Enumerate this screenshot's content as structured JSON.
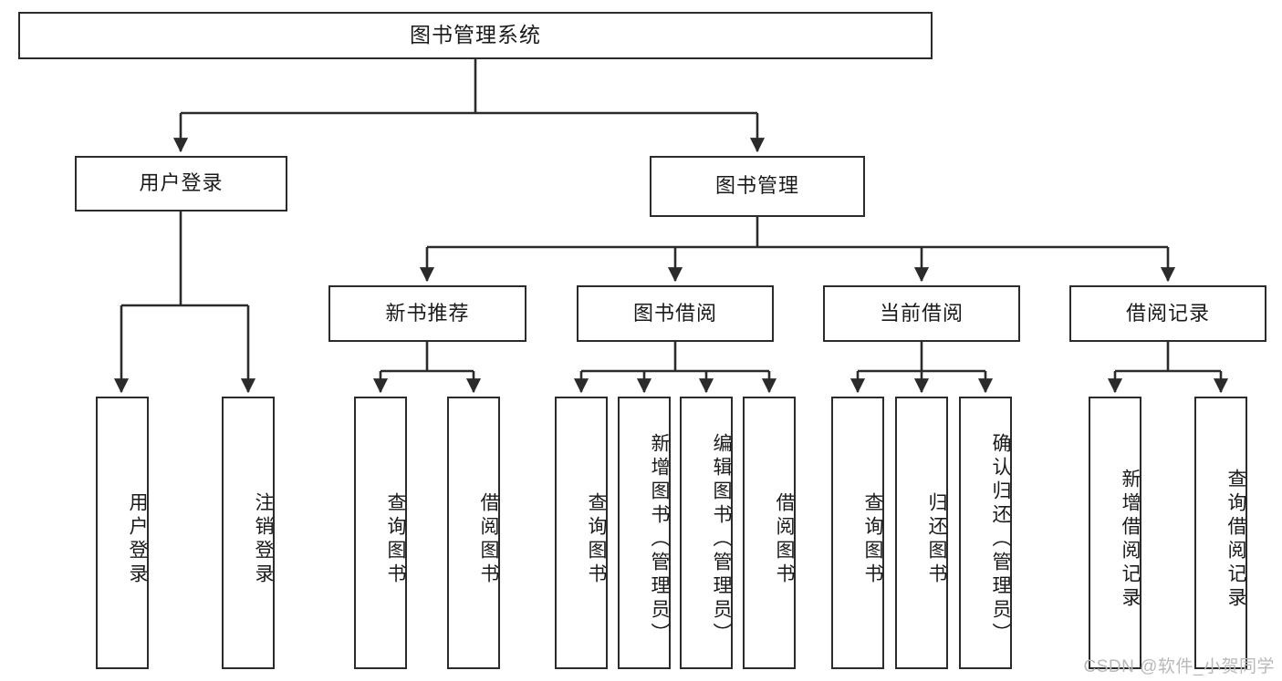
{
  "diagram": {
    "title": "图书管理系统",
    "type": "tree-hierarchy",
    "watermark": "CSDN @软件_小贺同学",
    "colors": {
      "box_border": "#2b2b2b",
      "box_fill": "#ffffff",
      "connector": "#2b2b2b",
      "text": "#1a1a1a",
      "watermark": "#b9b9b9",
      "background": "#ffffff"
    },
    "root": {
      "label": "图书管理系统"
    },
    "level1": [
      {
        "label": "用户登录"
      },
      {
        "label": "图书管理"
      }
    ],
    "level2": [
      {
        "label": "新书推荐"
      },
      {
        "label": "图书借阅"
      },
      {
        "label": "当前借阅"
      },
      {
        "label": "借阅记录"
      }
    ],
    "leaves": {
      "user_login": [
        {
          "label": "用户登录"
        },
        {
          "label": "注销登录"
        }
      ],
      "new_book_recommend": [
        {
          "label": "查询图书"
        },
        {
          "label": "借阅图书"
        }
      ],
      "book_borrow": [
        {
          "label": "查询图书"
        },
        {
          "label": "新增图书（管理员）"
        },
        {
          "label": "编辑图书（管理员）"
        },
        {
          "label": "借阅图书"
        }
      ],
      "current_borrow": [
        {
          "label": "查询图书"
        },
        {
          "label": "归还图书"
        },
        {
          "label": "确认归还（管理员）"
        }
      ],
      "borrow_record": [
        {
          "label": "新增借阅记录"
        },
        {
          "label": "查询借阅记录"
        }
      ]
    }
  }
}
